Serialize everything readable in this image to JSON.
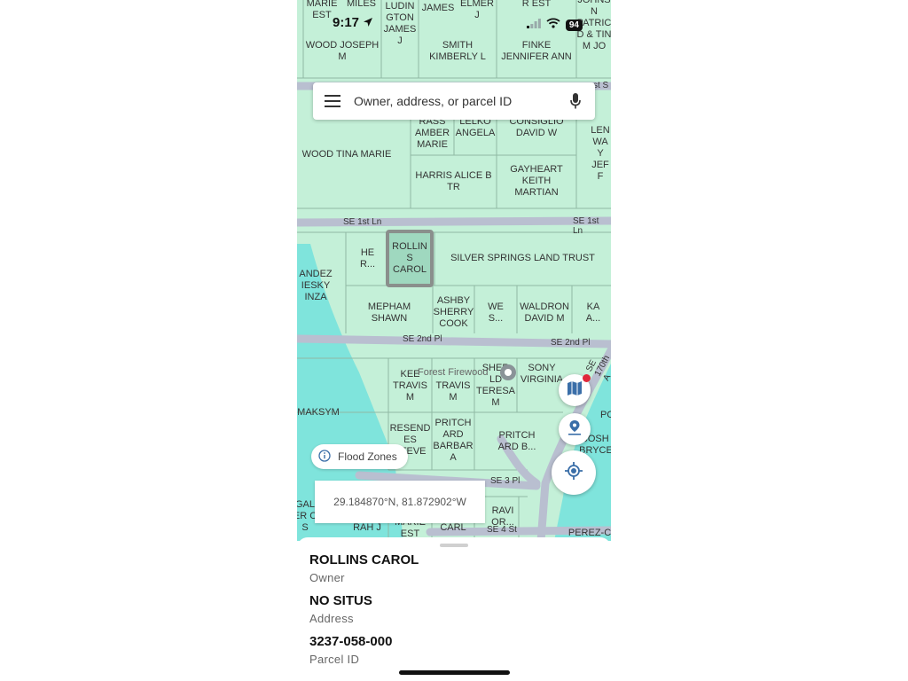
{
  "status": {
    "time": "9:17",
    "battery": "94"
  },
  "search": {
    "placeholder": "Owner, address, or parcel ID"
  },
  "roads": {
    "se_1st_ln_left": "SE 1st Ln",
    "se_1st_ln_right": "SE 1st Ln",
    "se_2nd_pl_left": "SE 2nd Pl",
    "se_2nd_pl_right": "SE 2nd Pl",
    "se_3_pl": "SE 3 Pl",
    "se_4_st": "SE 4 St",
    "se_170th": "SE 170th A",
    "top_st": "st S"
  },
  "parcels": {
    "p01": "MARIE\nEST",
    "p02": "MILES",
    "p03": "LUDIN\nGTON\nJAMES\nJ",
    "p04": "JAMES",
    "p05": "ELMER\nJ",
    "p06": "R EST",
    "p07": "JOHNS\nN\nPATRIC\nD & TIN\nM JO",
    "p08": "WOOD JOSEPH\nM",
    "p09": "SMITH\nKIMBERLY L",
    "p10": "FINKE\nJENNIFER ANN",
    "p11": "RASS\nAMBER\nMARIE",
    "p12": "LELKO\nANGELA",
    "p13": "CONSIGLIO\nDAVID W",
    "p14": "LEN\nWA\nY\nJEF\nF",
    "p15": "WOOD TINA MARIE",
    "p16": "HARRIS ALICE B\nTR",
    "p17": "GAYHEART\nKEITH\nMARTIAN",
    "p18": "HE\nR...",
    "p19": "ROLLIN\nS\nCAROL",
    "p20": "SILVER SPRINGS LAND TRUST",
    "p21": "ANDEZ\nIESKY\nINZA",
    "p22": "MEPHAM\nSHAWN",
    "p23": "ASHBY\nSHERRY\nCOOK",
    "p24": "WE\nS...",
    "p25": "WALDRON\nDAVID M",
    "p26": "KA\nA...",
    "p27": "KEE\nTRAVIS\nM",
    "p28": "\nTRAVIS\nM",
    "p29": "SHER\nLD\nTERESA\nM",
    "p30": "SONY\nVIRGINIA",
    "p31": "MAKSYM",
    "p32": "RESEND\nES\nSTEVE",
    "p33": "PRITCH\nARD\nBARBAR\nA",
    "p34": "PRITCH\nARD B...",
    "p35": "PO",
    "p36": "JOSH\nBRYCE",
    "p37": "GAL\nER C\nS",
    "p38": "RAH J",
    "p39": "MARIE\nEST",
    "p40": "CARL",
    "p41": "RAVI\nOR...",
    "p42": "PEREZ-C"
  },
  "poi": {
    "name": "Forest Firewood"
  },
  "flood_chip": {
    "label": "Flood Zones"
  },
  "coordinates": {
    "text": "29.184870°N, 81.872902°W"
  },
  "details": {
    "owner_value": "ROLLINS CAROL",
    "owner_label": "Owner",
    "address_value": "NO SITUS",
    "address_label": "Address",
    "parcel_value": "3237-058-000",
    "parcel_label": "Parcel ID"
  },
  "icons": {
    "menu": "menu-icon",
    "mic": "microphone-icon",
    "map_layers": "map-icon",
    "pin": "pin-icon",
    "locate": "locate-icon",
    "info": "info-icon",
    "navigation": "navigation-arrow-icon",
    "signal": "signal-icon",
    "wifi": "wifi-icon"
  },
  "colors": {
    "parcel_fill": "#c4f0d8",
    "water": "#7fe4dc",
    "road": "#b9bfd0",
    "selected_parcel": "#9fd8bf",
    "notification_dot": "#e0283a",
    "ui_blue": "#3a6ea8"
  }
}
